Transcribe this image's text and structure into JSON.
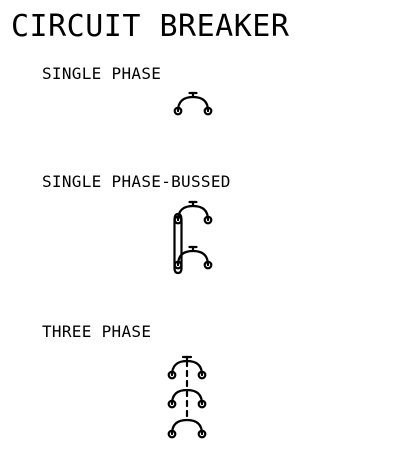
{
  "page": {
    "title": "CIRCUIT BREAKER"
  },
  "sections": [
    {
      "label": "SINGLE PHASE",
      "icon": "single-phase-breaker-icon"
    },
    {
      "label": "SINGLE PHASE-BUSSED",
      "icon": "single-phase-bussed-breaker-icon"
    },
    {
      "label": "THREE PHASE",
      "icon": "three-phase-breaker-icon"
    }
  ],
  "colors": {
    "ink": "#000000",
    "background": "#ffffff"
  }
}
